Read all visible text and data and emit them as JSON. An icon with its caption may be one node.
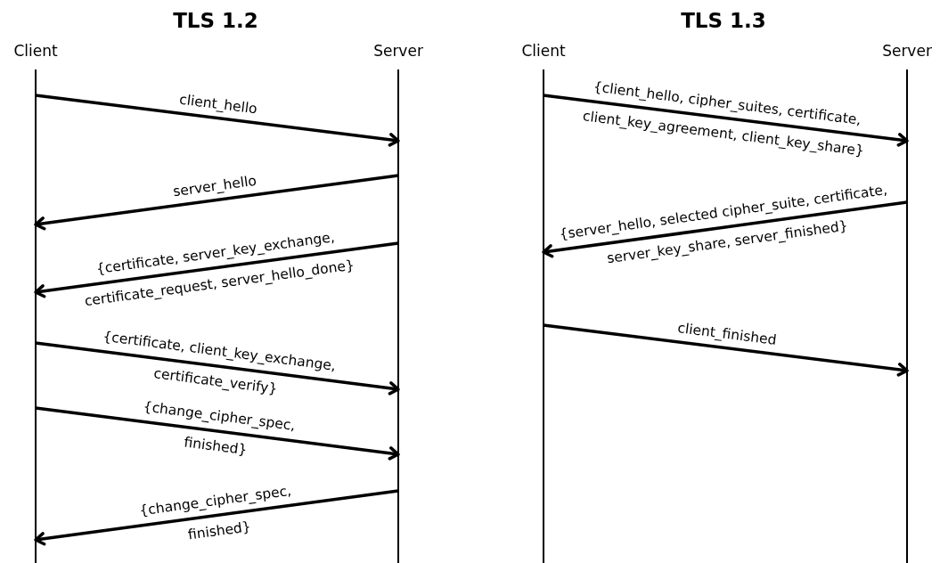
{
  "diagram": {
    "nodes": [
      {
        "text": [
          "Client"
        ]
      },
      {
        "text": [
          "Server"
        ]
      },
      {
        "text": [
          "Client"
        ]
      },
      {
        "text": [
          "Server"
        ]
      }
    ],
    "edges": [
      {
        "from": 0,
        "to": 1,
        "arrow": "to",
        "label": "client_hello"
      },
      {
        "from": 1,
        "to": 0,
        "arrow": "to",
        "label": "server_hello"
      },
      {
        "from": 1,
        "to": 0,
        "arrow": "to",
        "label": "{certificate, server_key_exchange, certificate_request, server_hello_done}"
      },
      {
        "from": 0,
        "to": 1,
        "arrow": "to",
        "label": "{certificate, client_key_exchange, certificate_verify}"
      },
      {
        "from": 0,
        "to": 1,
        "arrow": "to",
        "label": "{change_cipher_spec, finished}"
      },
      {
        "from": 1,
        "to": 0,
        "arrow": "to",
        "label": "{change_cipher_spec, finished}"
      },
      {
        "from": 2,
        "to": 3,
        "arrow": "to",
        "label": "{client_hello, cipher_suites, certificate, client_key_agreement, client_key_share}"
      },
      {
        "from": 3,
        "to": 2,
        "arrow": "to",
        "label": "{server_hello, selected cipher_suite, certificate, server_key_share, server_finished}"
      },
      {
        "from": 2,
        "to": 3,
        "arrow": "to",
        "label": "client_finished"
      }
    ],
    "labels": [
      "TLS 1.2",
      "TLS 1.3"
    ]
  }
}
